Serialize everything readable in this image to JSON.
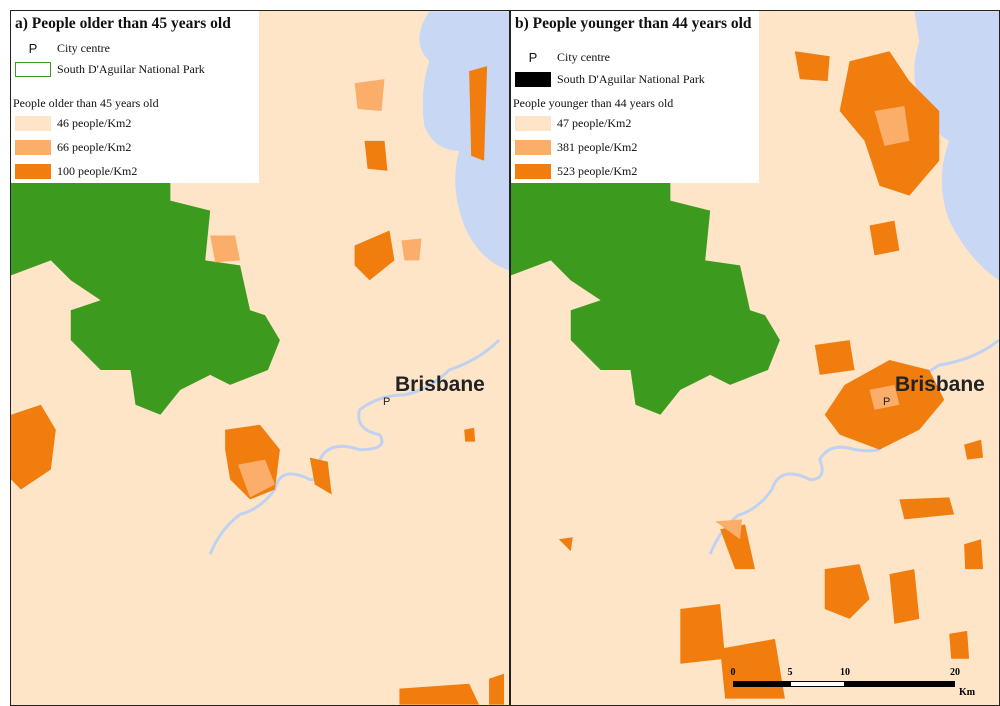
{
  "panels": [
    {
      "title": "a) People older than 45 years old",
      "legend": {
        "city_centre_symbol": "P",
        "city_centre_label": "City centre",
        "park_label": "South D'Aguilar National Park",
        "density_heading": "People older than 45 years old",
        "classes": [
          {
            "label": "46 people/Km2",
            "color": "#fee5c8"
          },
          {
            "label": "66 people/Km2",
            "color": "#fbad6a"
          },
          {
            "label": "100 people/Km2",
            "color": "#f07d0e"
          }
        ]
      },
      "city_label": "Brisbane",
      "city_marker": "P"
    },
    {
      "title": "b) People younger than 44 years old",
      "legend": {
        "city_centre_symbol": "P",
        "city_centre_label": "City centre",
        "park_label": "South D'Aguilar National Park",
        "density_heading": "People younger than 44 years old",
        "classes": [
          {
            "label": "47 people/Km2",
            "color": "#fee5c8"
          },
          {
            "label": "381 people/Km2",
            "color": "#fbad6a"
          },
          {
            "label": "523  people/Km2",
            "color": "#f07d0e"
          }
        ]
      },
      "city_label": "Brisbane",
      "city_marker": "P"
    }
  ],
  "scale_bar": {
    "ticks": [
      "0",
      "5",
      "10",
      "20"
    ],
    "unit": "Km"
  },
  "colors": {
    "park": "#3c9b1f",
    "water": "#c8d8f4",
    "river": "#c0d2f0",
    "background": "#fee5c8"
  }
}
